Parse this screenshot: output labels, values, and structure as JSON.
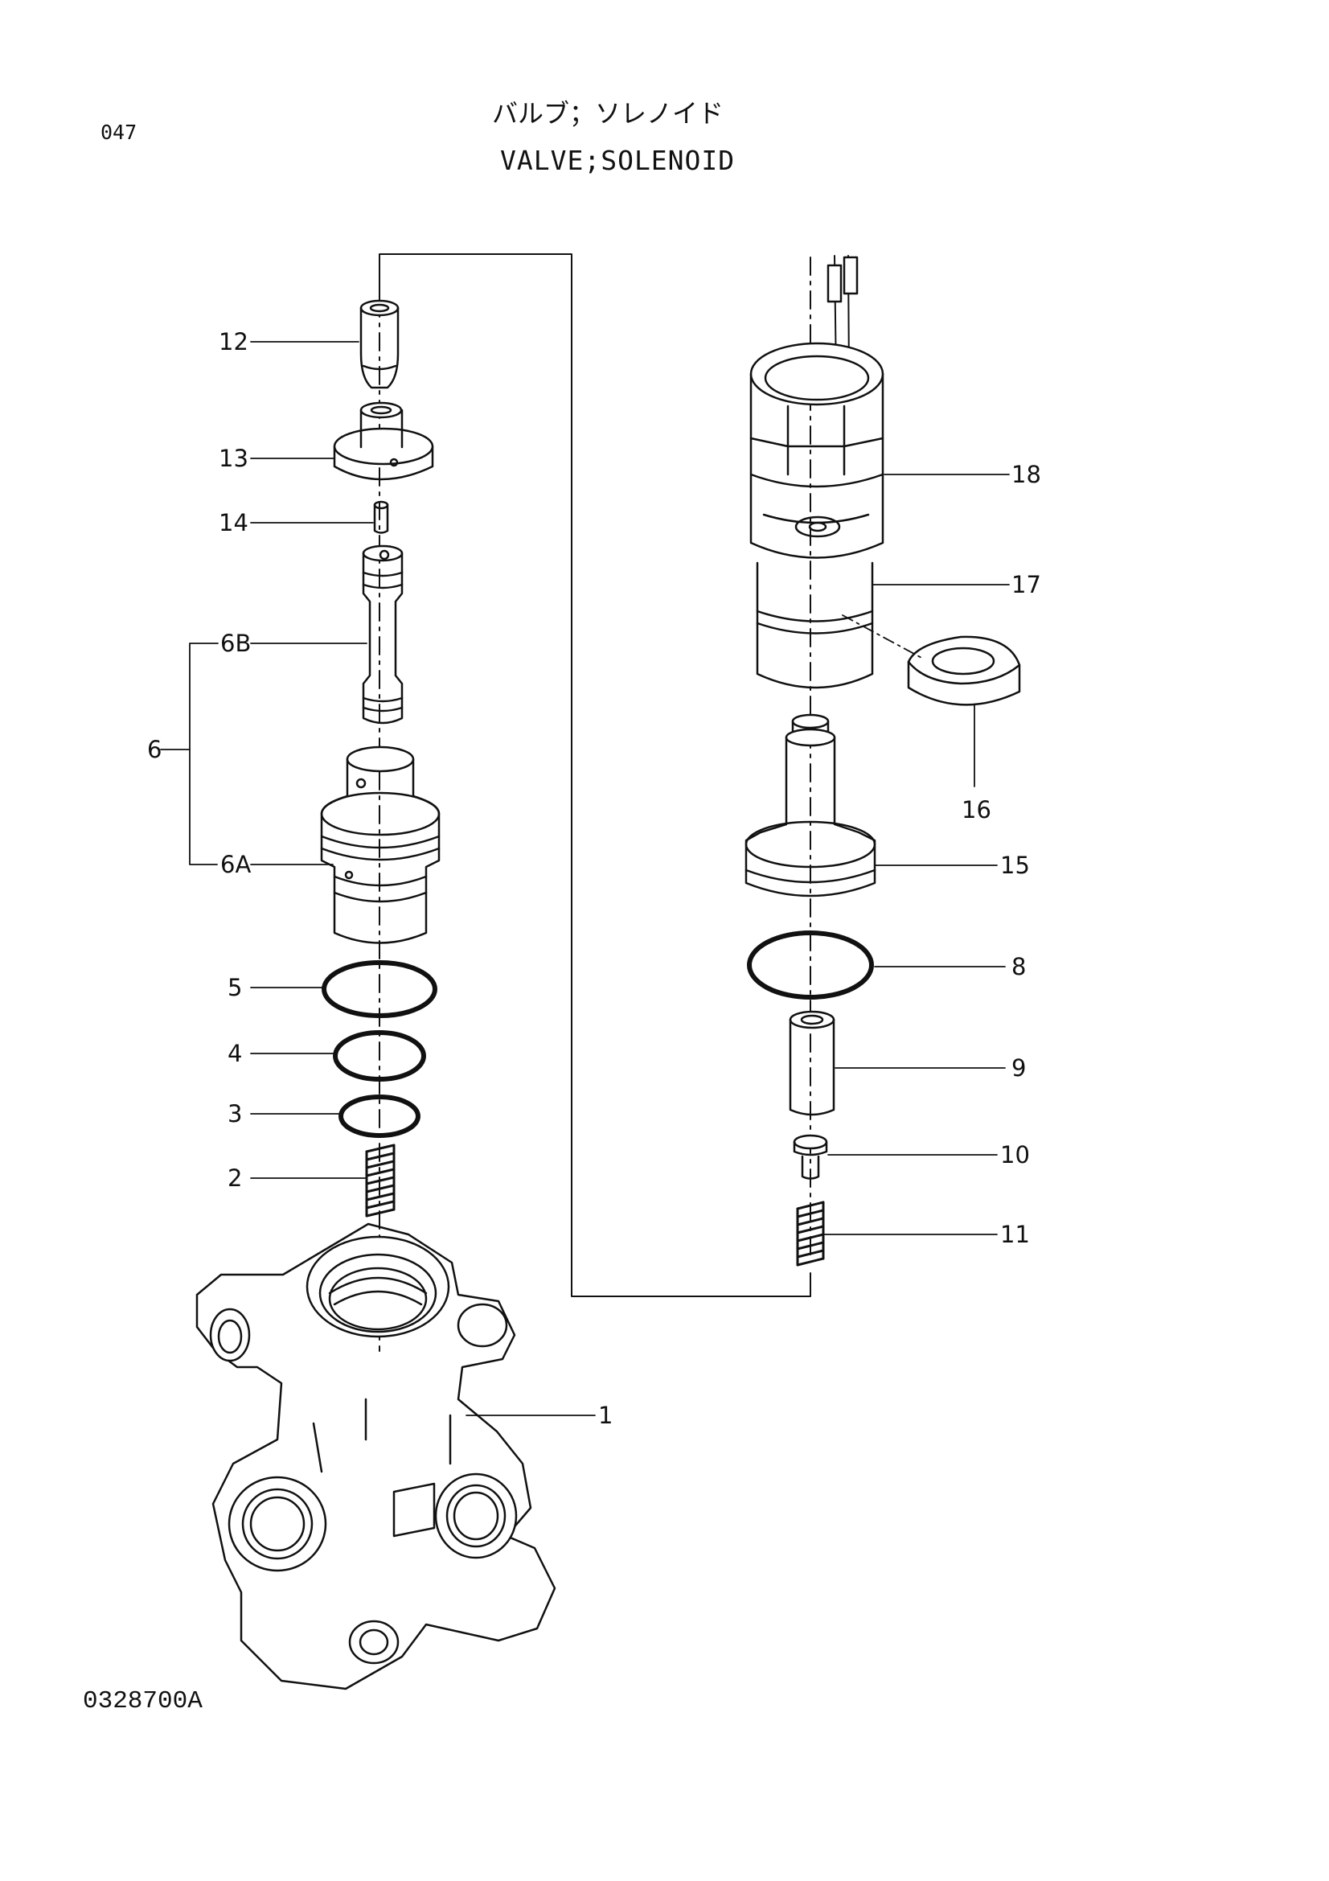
{
  "page": {
    "page_number": "047",
    "title_jp": "バルブ；ソレノイド",
    "title_en": "VALVE;SOLENOID",
    "drawing_code": "0328700A"
  },
  "callouts": [
    {
      "id": "c12",
      "label": "12"
    },
    {
      "id": "c13",
      "label": "13"
    },
    {
      "id": "c14",
      "label": "14"
    },
    {
      "id": "c6B",
      "label": "6B"
    },
    {
      "id": "c6",
      "label": "6"
    },
    {
      "id": "c6A",
      "label": "6A"
    },
    {
      "id": "c5",
      "label": "5"
    },
    {
      "id": "c4",
      "label": "4"
    },
    {
      "id": "c3",
      "label": "3"
    },
    {
      "id": "c2",
      "label": "2"
    },
    {
      "id": "c1",
      "label": "1"
    },
    {
      "id": "c18",
      "label": "18"
    },
    {
      "id": "c17",
      "label": "17"
    },
    {
      "id": "c16",
      "label": "16"
    },
    {
      "id": "c15",
      "label": "15"
    },
    {
      "id": "c8",
      "label": "8"
    },
    {
      "id": "c9",
      "label": "9"
    },
    {
      "id": "c10",
      "label": "10"
    },
    {
      "id": "c11",
      "label": "11"
    }
  ]
}
